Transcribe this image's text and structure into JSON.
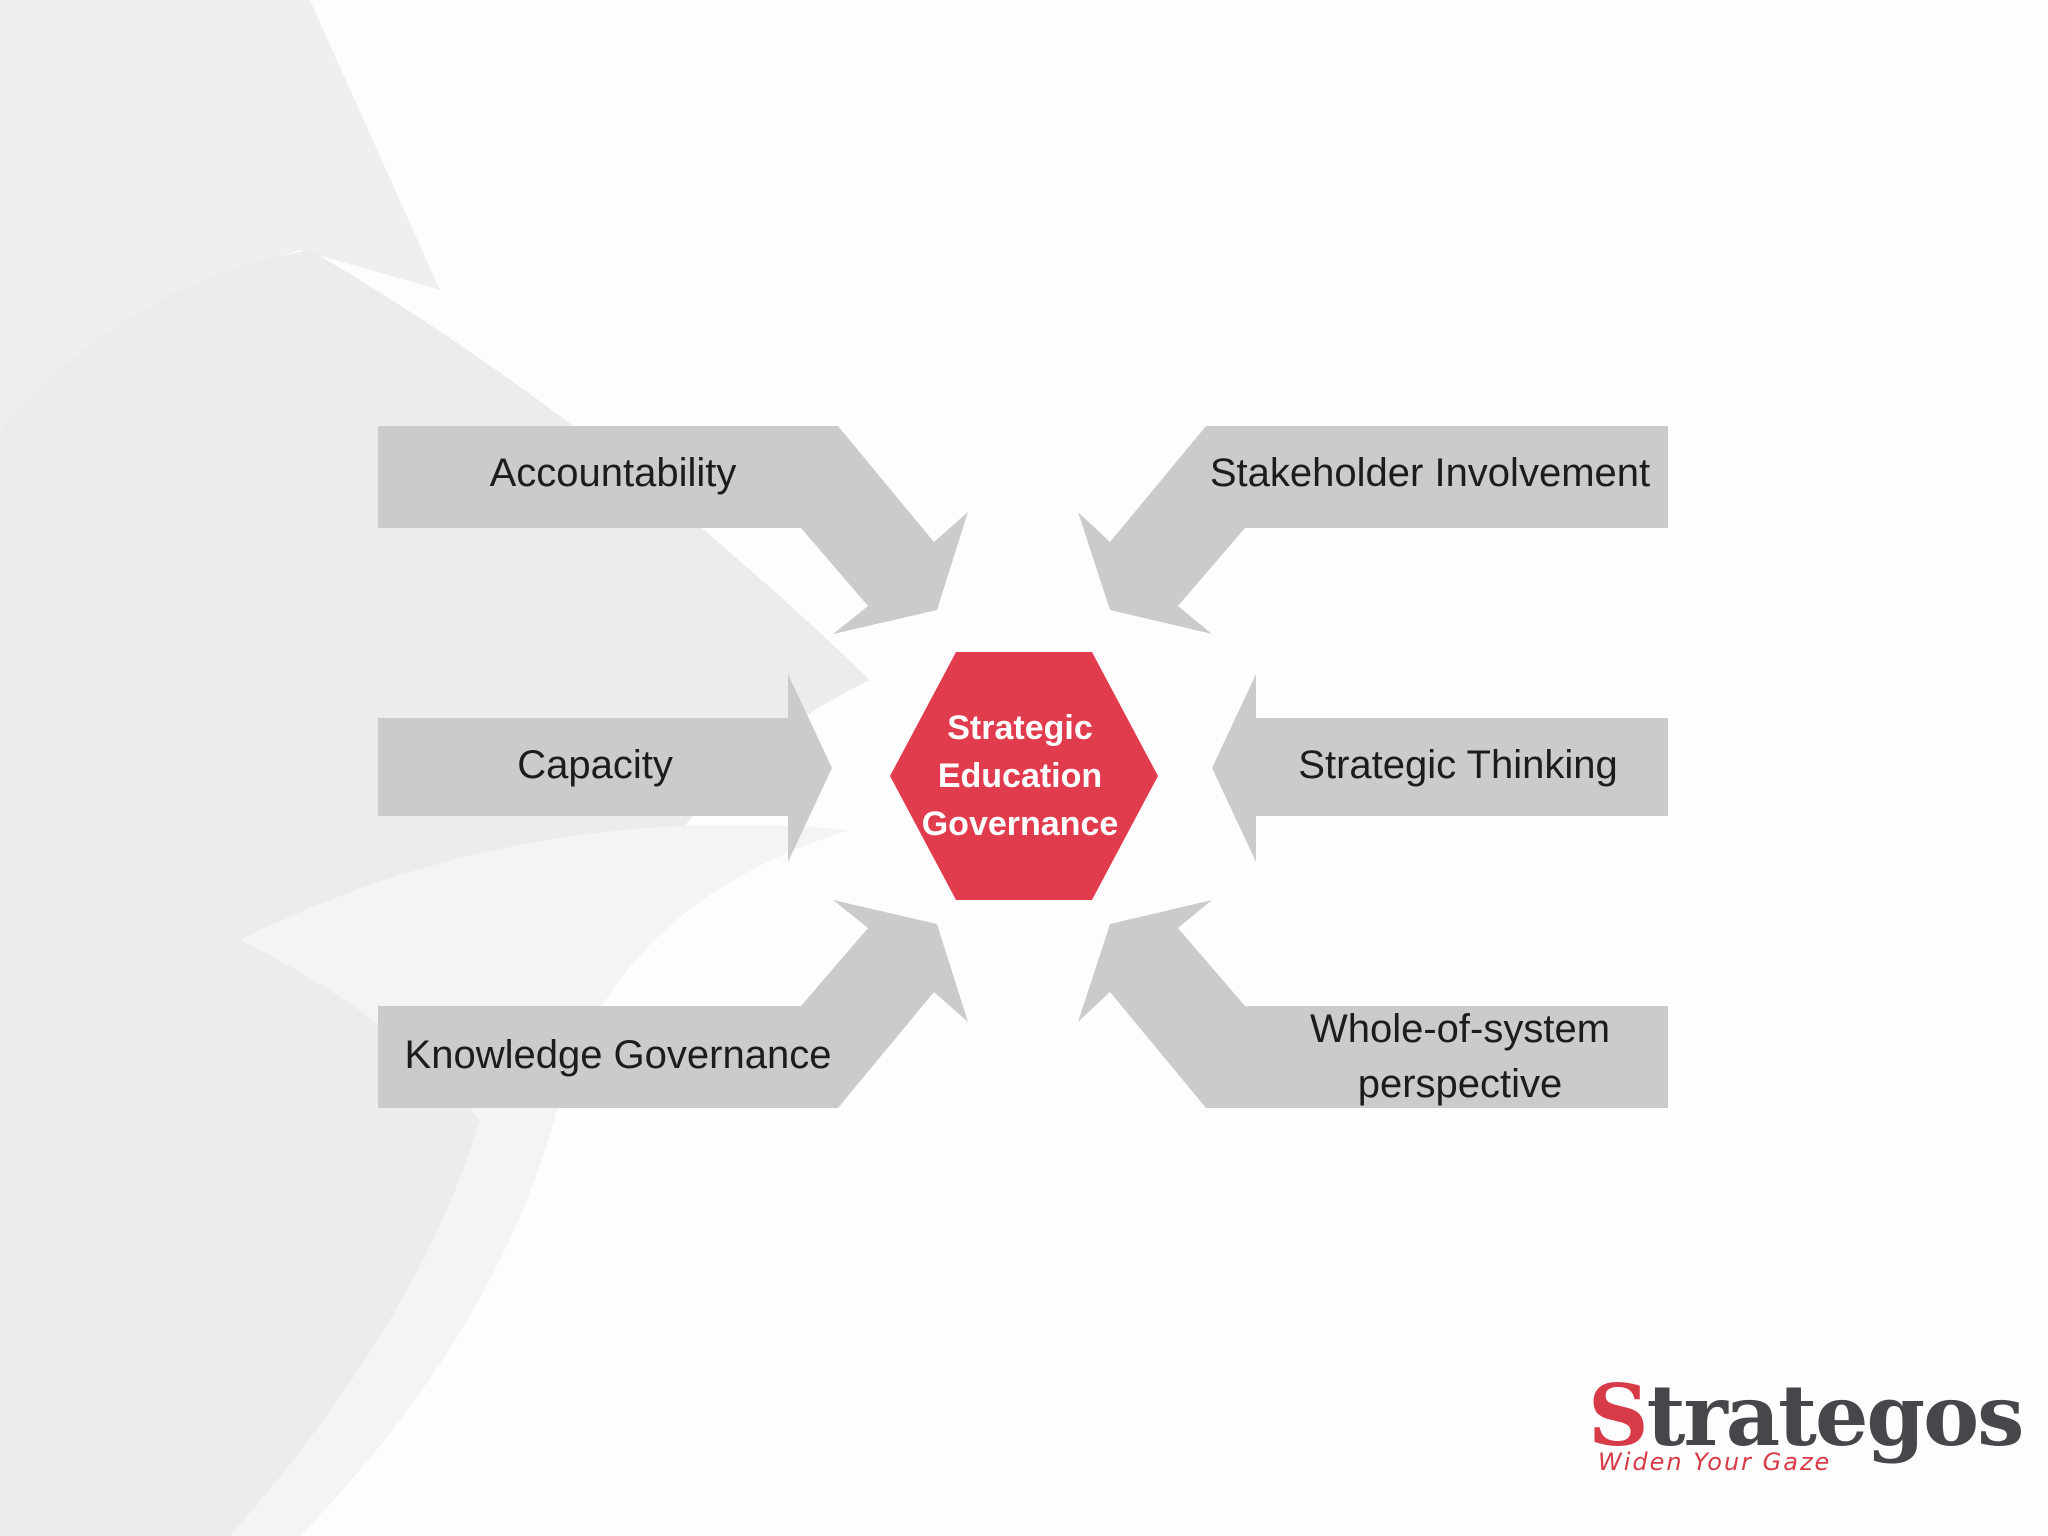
{
  "center": {
    "lines": [
      "Strategic",
      "Education",
      "Governance"
    ],
    "color": "#e13c4d",
    "text_color": "#ffffff"
  },
  "nodes": [
    {
      "label": "Accountability",
      "position": "top-left"
    },
    {
      "label": "Stakeholder Involvement",
      "position": "top-right"
    },
    {
      "label": "Capacity",
      "position": "middle-left"
    },
    {
      "label": "Strategic Thinking",
      "position": "middle-right"
    },
    {
      "label": "Knowledge Governance",
      "position": "bottom-left"
    },
    {
      "label": "Whole-of-system perspective",
      "position": "bottom-right"
    }
  ],
  "arrow_color": "#cbcbcc",
  "logo": {
    "s": "S",
    "rest": "trategos",
    "tagline": "Widen Your Gaze",
    "brand_color": "#d73b47",
    "text_color": "#45474b"
  }
}
